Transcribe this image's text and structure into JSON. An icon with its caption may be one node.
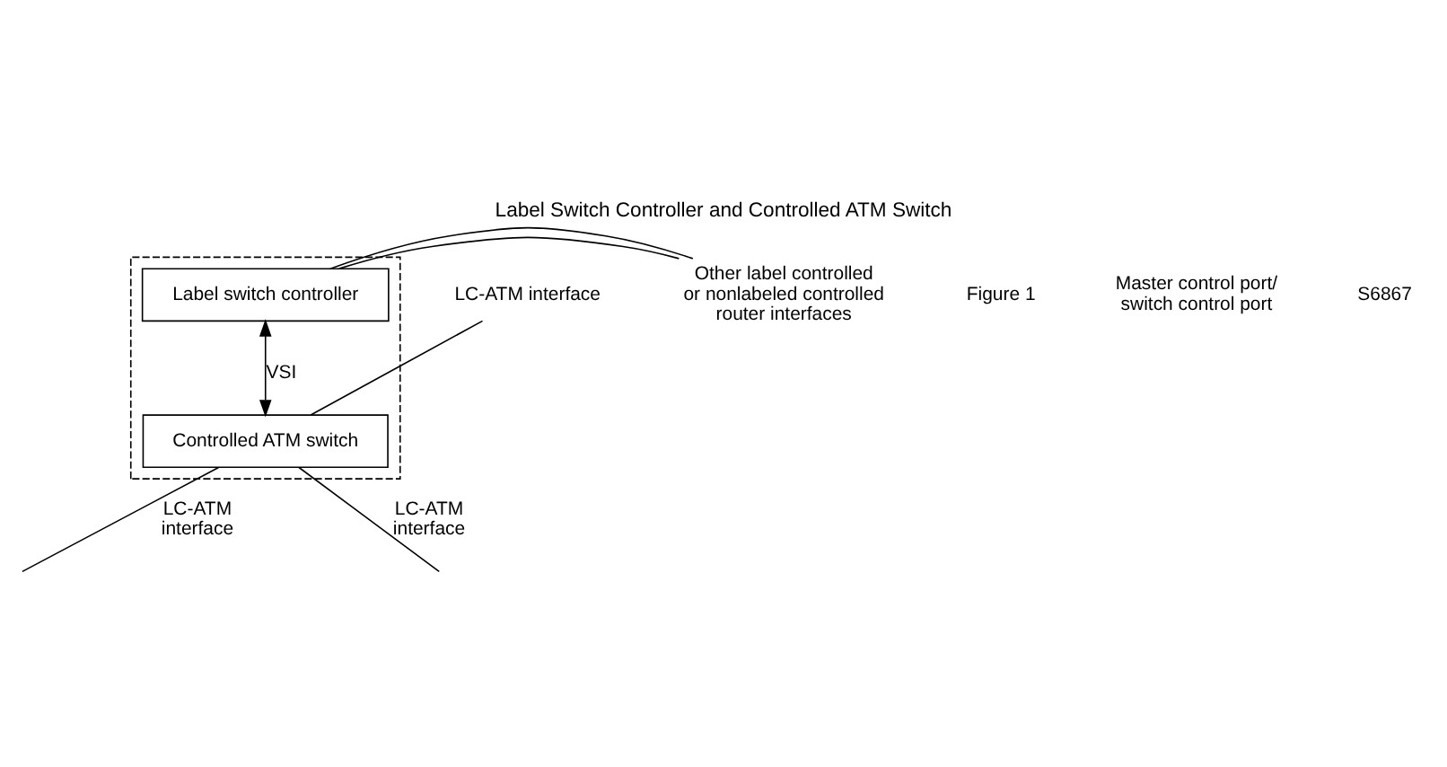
{
  "diagram": {
    "title": "Label Switch Controller and Controlled ATM Switch",
    "nodes": [
      {
        "text": [],
        "shape": "box"
      },
      {
        "text": [
          "Label switch controller"
        ],
        "in": 0
      },
      {
        "text": [
          "Controlled ATM switch"
        ],
        "in": 0
      },
      {
        "text": [
          "Other label controlled or nonlabeled controlled router interfaces"
        ]
      },
      {
        "text": [
          "LC-ATM interface"
        ]
      }
    ],
    "edges": [
      {
        "from": 1,
        "to": 3,
        "arrow": "none"
      },
      {
        "from": 1,
        "to": 3,
        "arrow": "none"
      },
      {
        "from": 1,
        "to": 2,
        "arrow": "both",
        "label": "VSI"
      },
      {
        "from": 2,
        "to": 4,
        "arrow": "none"
      },
      {
        "from": 2,
        "to": null,
        "arrow": "none",
        "label": "LC-ATM interface"
      },
      {
        "from": 2,
        "to": null,
        "arrow": "none",
        "label": "LC-ATM interface"
      }
    ],
    "labels": [
      "Figure 1",
      "Master control port/ switch control port",
      "S6867"
    ]
  }
}
